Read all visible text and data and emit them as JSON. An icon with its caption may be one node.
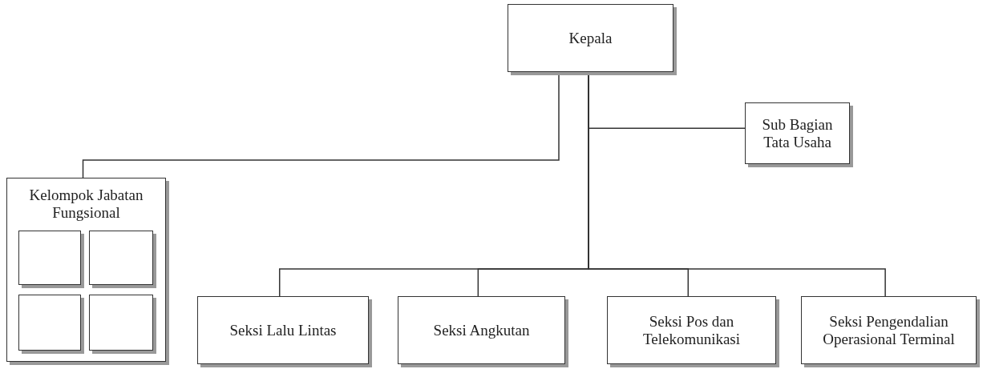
{
  "diagram": {
    "nodes": [
      {
        "text": [
          "Kepala"
        ]
      },
      {
        "text": [
          "Sub Bagian Tata Usaha"
        ]
      },
      {
        "text": [
          "Kelompok Jabatan Fungsional"
        ]
      },
      {
        "text": [],
        "shape": "box",
        "in": 2
      },
      {
        "text": [],
        "shape": "box",
        "in": 2
      },
      {
        "text": [],
        "shape": "box",
        "in": 2
      },
      {
        "text": [],
        "shape": "box",
        "in": 2
      },
      {
        "text": [
          "Seksi Lalu Lintas"
        ]
      },
      {
        "text": [
          "Seksi Angkutan"
        ]
      },
      {
        "text": [
          "Seksi Pos dan Telekomunikasi"
        ]
      },
      {
        "text": [
          "Seksi Pengendalian Operasional Terminal"
        ]
      }
    ],
    "edges": [
      {
        "from": 0,
        "to": 1,
        "arrow": "none"
      },
      {
        "from": 0,
        "to": 2,
        "arrow": "none"
      },
      {
        "from": 0,
        "to": 7,
        "arrow": "none"
      },
      {
        "from": 0,
        "to": 8,
        "arrow": "none"
      },
      {
        "from": 0,
        "to": 9,
        "arrow": "none"
      },
      {
        "from": 0,
        "to": 10,
        "arrow": "none"
      }
    ]
  }
}
